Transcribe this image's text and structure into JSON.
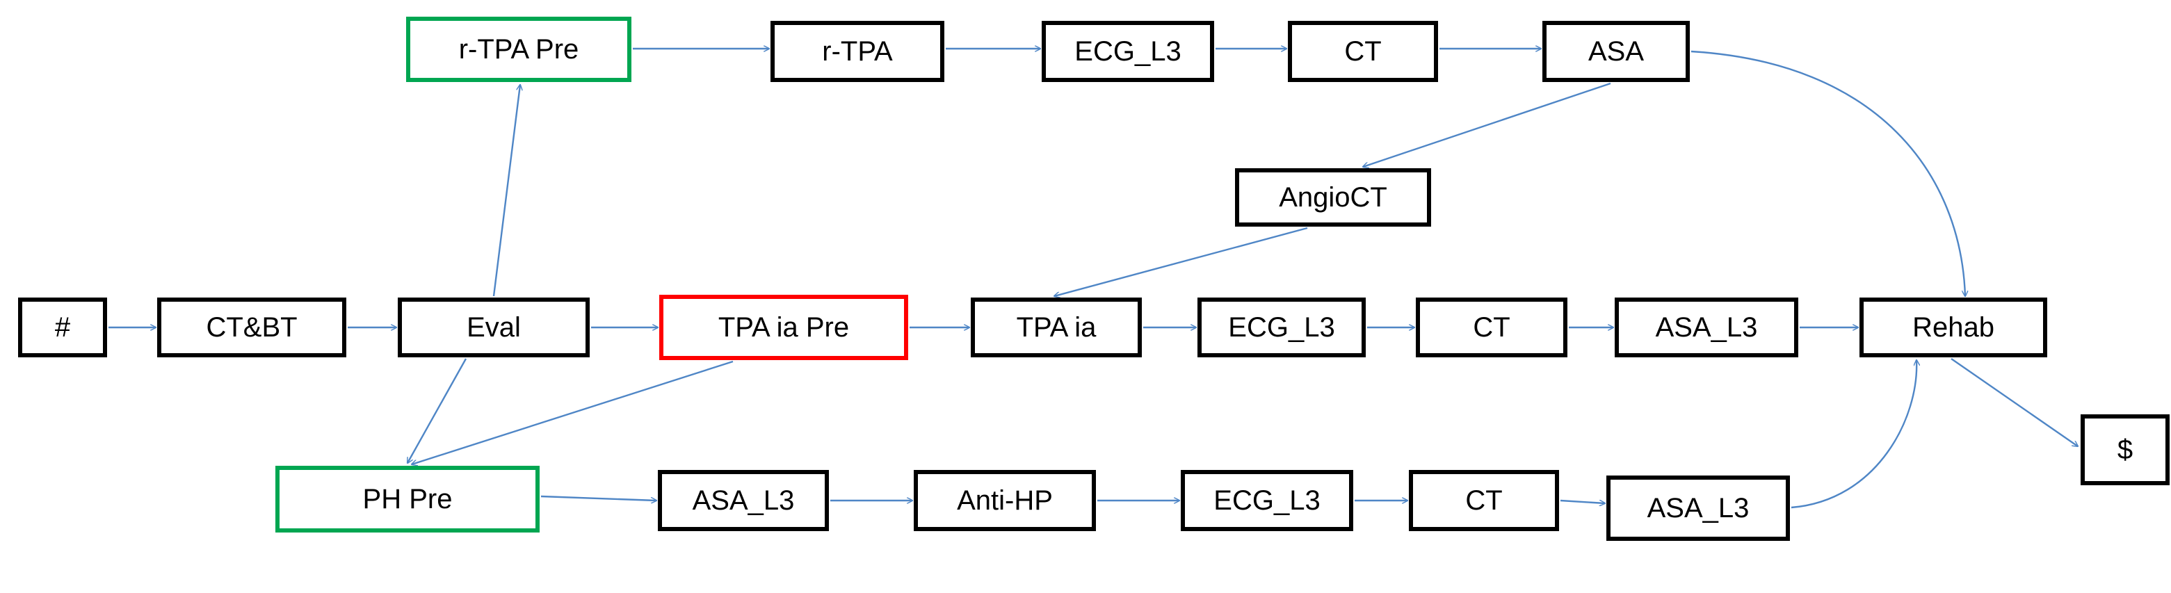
{
  "colors": {
    "edge": "#4f86c6",
    "node_border": "#000000",
    "green_border": "#00a651",
    "red_border": "#ff0000"
  },
  "nodes": {
    "start": "#",
    "ctbt": "CT&BT",
    "eval": "Eval",
    "rtpa_pre": "r-TPA Pre",
    "rtpa": "r-TPA",
    "ecg_top": "ECG_L3",
    "ct_top": "CT",
    "asa_top": "ASA",
    "angioct": "AngioCT",
    "tpaia_pre": "TPA ia Pre",
    "tpaia": "TPA ia",
    "ecg_mid": "ECG_L3",
    "ct_mid": "CT",
    "asa_mid": "ASA_L3",
    "rehab": "Rehab",
    "end": "$",
    "ph_pre": "PH Pre",
    "asa_bot1": "ASA_L3",
    "antihp": "Anti-HP",
    "ecg_bot": "ECG_L3",
    "ct_bot": "CT",
    "asa_bot2": "ASA_L3"
  },
  "edges": [
    {
      "from": "start",
      "to": "ctbt"
    },
    {
      "from": "ctbt",
      "to": "eval"
    },
    {
      "from": "eval",
      "to": "tpaia_pre"
    },
    {
      "from": "eval",
      "to": "rtpa_pre"
    },
    {
      "from": "eval",
      "to": "ph_pre"
    },
    {
      "from": "rtpa_pre",
      "to": "rtpa"
    },
    {
      "from": "rtpa",
      "to": "ecg_top"
    },
    {
      "from": "ecg_top",
      "to": "ct_top"
    },
    {
      "from": "ct_top",
      "to": "asa_top"
    },
    {
      "from": "asa_top",
      "to": "angioct"
    },
    {
      "from": "asa_top",
      "to": "rehab"
    },
    {
      "from": "angioct",
      "to": "tpaia"
    },
    {
      "from": "tpaia_pre",
      "to": "tpaia"
    },
    {
      "from": "tpaia_pre",
      "to": "ph_pre"
    },
    {
      "from": "tpaia",
      "to": "ecg_mid"
    },
    {
      "from": "ecg_mid",
      "to": "ct_mid"
    },
    {
      "from": "ct_mid",
      "to": "asa_mid"
    },
    {
      "from": "asa_mid",
      "to": "rehab"
    },
    {
      "from": "rehab",
      "to": "end"
    },
    {
      "from": "ph_pre",
      "to": "asa_bot1"
    },
    {
      "from": "asa_bot1",
      "to": "antihp"
    },
    {
      "from": "antihp",
      "to": "ecg_bot"
    },
    {
      "from": "ecg_bot",
      "to": "ct_bot"
    },
    {
      "from": "ct_bot",
      "to": "asa_bot2"
    },
    {
      "from": "asa_bot2",
      "to": "rehab"
    }
  ]
}
